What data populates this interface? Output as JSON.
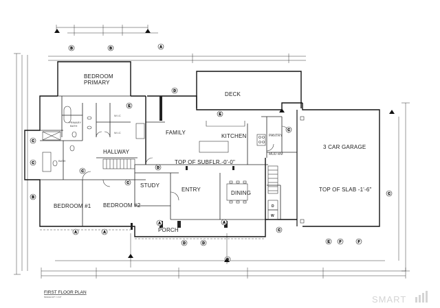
{
  "plan": {
    "title": "FIRST FLOOR PLAN",
    "scale_note": "SCALE 1/4\" = 1'-0\"",
    "watermark": "SMART",
    "rooms": {
      "bedroom_primary_1": "BEDROOM",
      "bedroom_primary_2": "PRIMARY",
      "deck": "DECK",
      "primary_bath_1": "PRIMARY",
      "primary_bath_2": "BATH",
      "wic_1": "W.I.C",
      "wic_2": "W.I.C",
      "family": "FAMILY",
      "kitchen": "KITCHEN",
      "pantry": "PANTRY",
      "garage": "3 CAR GARAGE",
      "hallway": "HALLWAY",
      "bath": "BATH",
      "top_subflr": "TOP OF SUBFLR.-0'-0\"",
      "mud_rm": "MUD RM",
      "study": "STUDY",
      "entry": "ENTRY",
      "dining": "DINING",
      "top_slab": "TOP OF SLAB -1'-6\"",
      "bedroom_1": "BEDROOM #1",
      "bedroom_2": "BEDROOM #2",
      "porch": "PORCH",
      "washer": "W",
      "dryer": "D"
    },
    "tags": [
      "B",
      "B",
      "B",
      "A",
      "A",
      "A",
      "A",
      "A",
      "C",
      "C",
      "C",
      "C",
      "C",
      "C",
      "C",
      "D",
      "D",
      "D",
      "D",
      "D",
      "E",
      "E",
      "E",
      "F",
      "F"
    ]
  }
}
